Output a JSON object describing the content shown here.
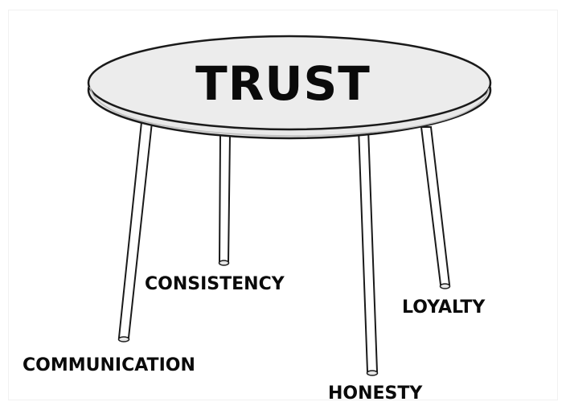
{
  "diagram": {
    "title": "TRUST",
    "legs": [
      {
        "id": "communication",
        "label": "COMMUNICATION"
      },
      {
        "id": "consistency",
        "label": "CONSISTENCY"
      },
      {
        "id": "honesty",
        "label": "HONESTY"
      },
      {
        "id": "loyalty",
        "label": "LOYALTY"
      }
    ]
  }
}
